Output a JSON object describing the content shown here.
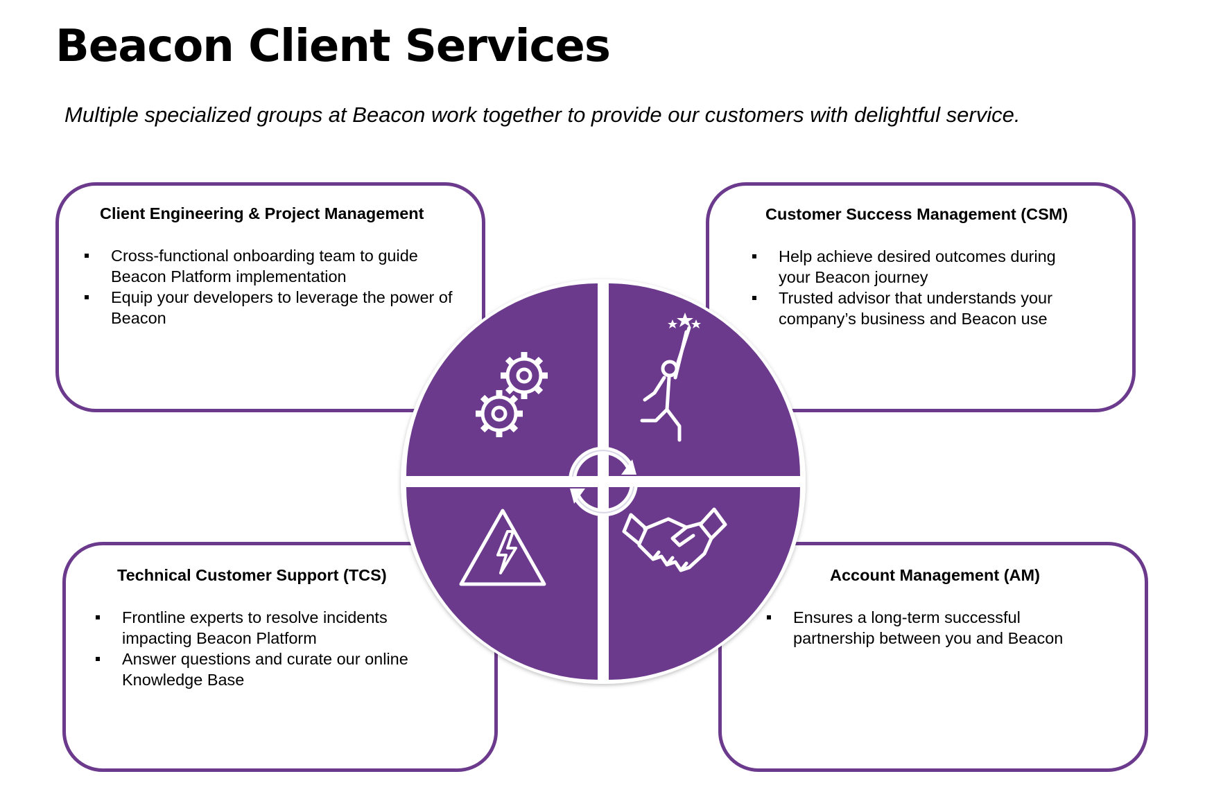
{
  "header": {
    "title": "Beacon Client Services",
    "subtitle": "Multiple specialized groups at Beacon work together to provide our customers with delightful service."
  },
  "colors": {
    "accent": "#6b3a8c",
    "wheel_fill": "#6b3a8c"
  },
  "cards": [
    {
      "title": "Client Engineering & Project Management",
      "icon": "gears-icon",
      "bullets": [
        "Cross-functional onboarding team to guide Beacon Platform implementation",
        "Equip your developers to leverage the power of Beacon"
      ]
    },
    {
      "title": "Customer Success Management (CSM)",
      "icon": "person-reaching-stars-icon",
      "bullets": [
        "Help achieve desired outcomes during your Beacon journey",
        "Trusted advisor that understands your company’s business and Beacon use"
      ]
    },
    {
      "title": "Technical Customer Support (TCS)",
      "icon": "warning-lightning-icon",
      "bullets": [
        "Frontline experts to resolve incidents impacting Beacon Platform",
        "Answer questions and curate our online Knowledge Base"
      ]
    },
    {
      "title": "Account Management (AM)",
      "icon": "handshake-icon",
      "bullets": [
        "Ensures a long-term successful partnership between you and Beacon"
      ]
    }
  ],
  "center_icon": "cycle-arrows-icon"
}
